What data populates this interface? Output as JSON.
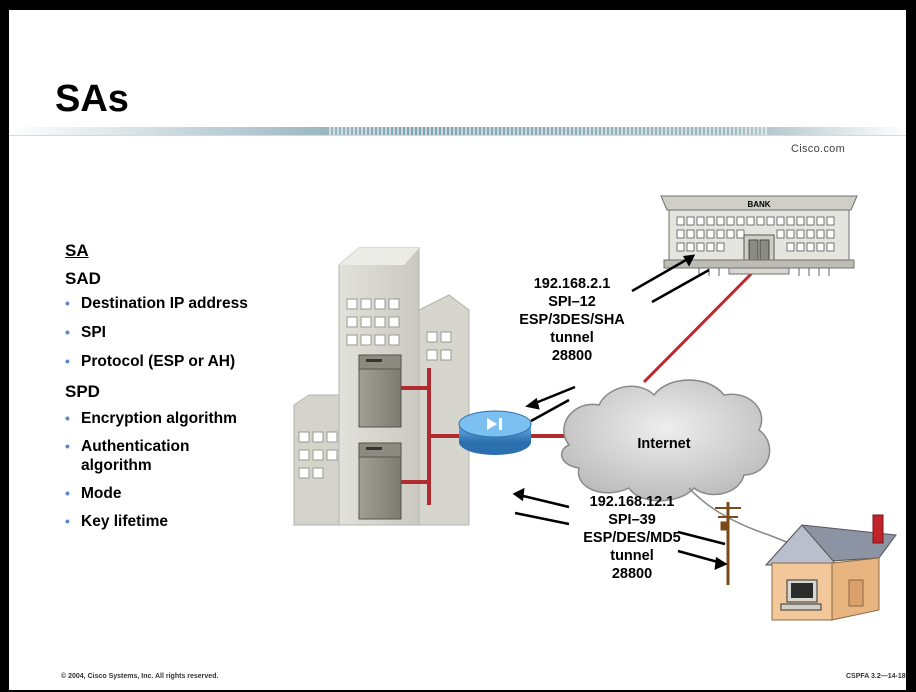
{
  "slide": {
    "title": "SAs",
    "brand": "Cisco.com",
    "footer_left": "© 2004, Cisco Systems, Inc. All rights reserved.",
    "footer_right": "CSPFA 3.2—14-18"
  },
  "list": {
    "sa_heading": "SA",
    "sad_heading": "SAD",
    "sad_items": [
      "Destination IP address",
      "SPI",
      "Protocol (ESP or AH)"
    ],
    "spd_heading": "SPD",
    "spd_items": [
      "Encryption algorithm",
      "Authentication algorithm",
      "Mode",
      "Key lifetime"
    ]
  },
  "diagram": {
    "cloud_label": "Internet",
    "bank_sign": "BANK",
    "sa_top": [
      "192.168.2.1",
      "SPI–12",
      "ESP/3DES/SHA",
      "tunnel",
      "28800"
    ],
    "sa_bottom": [
      "192.168.12.1",
      "SPI–39",
      "ESP/DES/MD5",
      "tunnel",
      "28800"
    ]
  },
  "colors": {
    "bullet": "#5b87c4",
    "link_red": "#c0262e",
    "router_blue": "#3d8fd1",
    "house": "#f2c89b",
    "banner_teal": "#6d9aa6"
  }
}
